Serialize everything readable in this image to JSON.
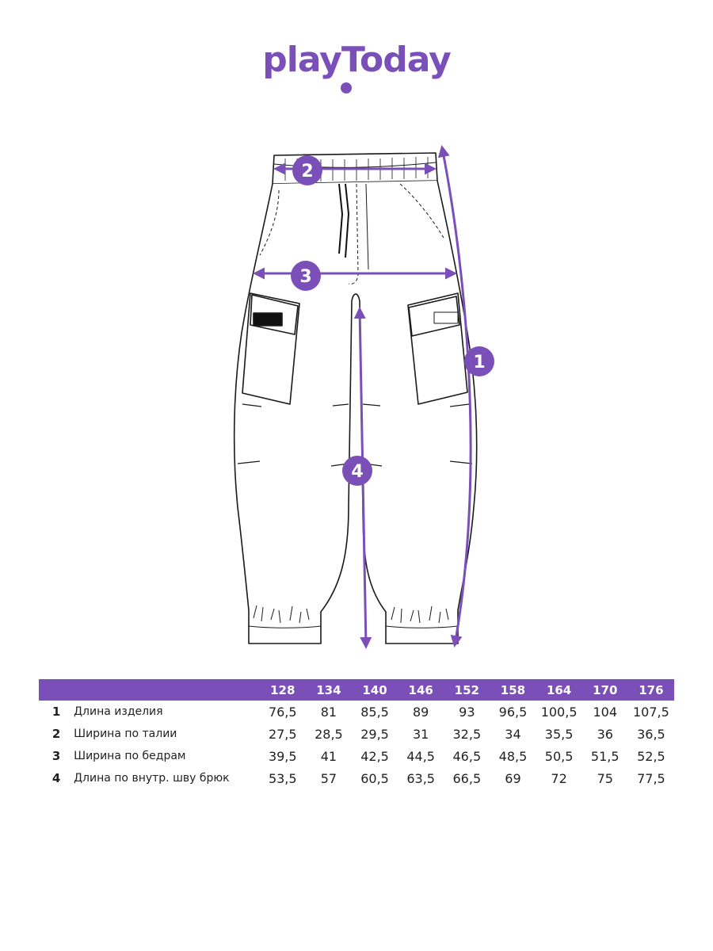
{
  "brand": {
    "logo_text": "playToday"
  },
  "badges": [
    "2",
    "3",
    "1",
    "4"
  ],
  "colors": {
    "accent": "#7b4fb8",
    "line": "#1a1a1a"
  },
  "table": {
    "sizes": [
      "128",
      "134",
      "140",
      "146",
      "152",
      "158",
      "164",
      "170",
      "176"
    ],
    "rows": [
      {
        "num": "1",
        "label": "Длина изделия",
        "values": [
          "76,5",
          "81",
          "85,5",
          "89",
          "93",
          "96,5",
          "100,5",
          "104",
          "107,5"
        ]
      },
      {
        "num": "2",
        "label": "Ширина по талии",
        "values": [
          "27,5",
          "28,5",
          "29,5",
          "31",
          "32,5",
          "34",
          "35,5",
          "36",
          "36,5"
        ]
      },
      {
        "num": "3",
        "label": "Ширина по бедрам",
        "values": [
          "39,5",
          "41",
          "42,5",
          "44,5",
          "46,5",
          "48,5",
          "50,5",
          "51,5",
          "52,5"
        ]
      },
      {
        "num": "4",
        "label": "Длина по внутр. шву брюк",
        "values": [
          "53,5",
          "57",
          "60,5",
          "63,5",
          "66,5",
          "69",
          "72",
          "75",
          "77,5"
        ]
      }
    ]
  }
}
